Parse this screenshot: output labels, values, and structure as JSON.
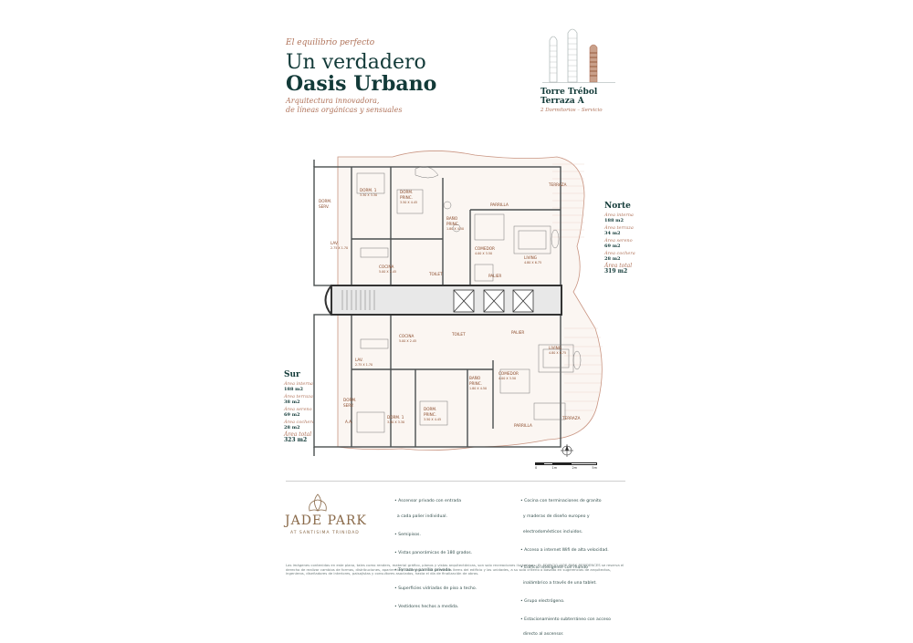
{
  "header": {
    "tagline": "El equilibrio perfecto",
    "title_line1": "Un verdadero",
    "title_line2": "Oasis Urbano",
    "subtitle_line1": "Arquitectura innovadora,",
    "subtitle_line2": "de líneas orgánicas y sensuales"
  },
  "tower": {
    "name_line1": "Torre Trébol",
    "name_line2": "Terraza A",
    "note": "2 Dormitorios – Servicio"
  },
  "norte": {
    "title": "Norte",
    "areas": [
      {
        "label": "Área interna",
        "value": "188 m2"
      },
      {
        "label": "Área terraza",
        "value": "34 m2"
      },
      {
        "label": "Área sereno",
        "value": "69 m2"
      },
      {
        "label": "Área cochera",
        "value": "28 m2"
      }
    ],
    "total_label": "Área total",
    "total_value": "319 m2"
  },
  "sur": {
    "title": "Sur",
    "areas": [
      {
        "label": "Área interna",
        "value": "188 m2"
      },
      {
        "label": "Área terraza",
        "value": "38 m2"
      },
      {
        "label": "Área sereno",
        "value": "69 m2"
      },
      {
        "label": "Área cochera",
        "value": "28 m2"
      }
    ],
    "total_label": "Área total",
    "total_value": "323 m2"
  },
  "rooms": {
    "terraza": "TERRAZA",
    "parrilla": "PARRILLA",
    "dorm1": "DORM. 1",
    "dorm1_dim": "3.30 X 3.30",
    "dorm_princ1": "DORM.",
    "dorm_princ2": "PRINC.",
    "dorm_princ_dim": "3.50 X 4.45",
    "bano_princ1": "BAÑO",
    "bano_princ2": "PRINC.",
    "bano_dim": "1.80 X 4.50",
    "dorm_serv1": "DORM.",
    "dorm_serv2": "SERV.",
    "lav": "LAV.",
    "lav_dim": "2.75 X 1.70",
    "cocina": "COCINA",
    "cocina_dim": "5.00 X 2.45",
    "comedor": "COMEDOR",
    "comedor_dim": "4.00 X 3.50",
    "living": "LIVING",
    "living_dim": "4.80 X 6.75",
    "toilet": "TOILET",
    "palier": "PALIER",
    "aa": "A.A."
  },
  "features_left": [
    "• Ascensor privado con entrada",
    "  a cada palier individual.",
    "• Semipisos.",
    "• Vistas panorámicas de 180 grados.",
    "• Terraza y parrilla privada.",
    "• Superficies vidriadas de piso a techo.",
    "• Vestidores hechos a medida."
  ],
  "features_right": [
    "• Cocina con terminaciones de granito",
    "  y maderas de diseño europeo y",
    "  electrodomésticos incluidos.",
    "• Acceso a internet Wifi de alta velocidad.",
    "• Edificio inteligente con mando",
    "  inalámbrico a través de una tablet.",
    "• Grupo electrógeno.",
    "• Estacionamiento subterráneo con acceso",
    "  directo al ascensor."
  ],
  "brand": {
    "name": "JADE PARK",
    "sub": "AT SANTISIMA TRINIDAD"
  },
  "scale": [
    "0",
    "1m",
    "2m",
    "5m"
  ],
  "disclaimer": "Las imágenes contenidas en este plano, tales como renders, material gráfico, planos y vistas arquitectónicas, son solo recreaciones ilustrativas. EL EDIFICIO JADE PARK RESIDENCES se reserva el derecho de realizar cambios de formas, distribuciones, apariencia y contenido de los diferentes ítems del edificio y las unidades, a su sola criterio o basado en sugerencias de arquitectos, ingenieros, diseñadores de interiores, paisajistas y consultores asociados, hasta el día de finalización de obras."
}
